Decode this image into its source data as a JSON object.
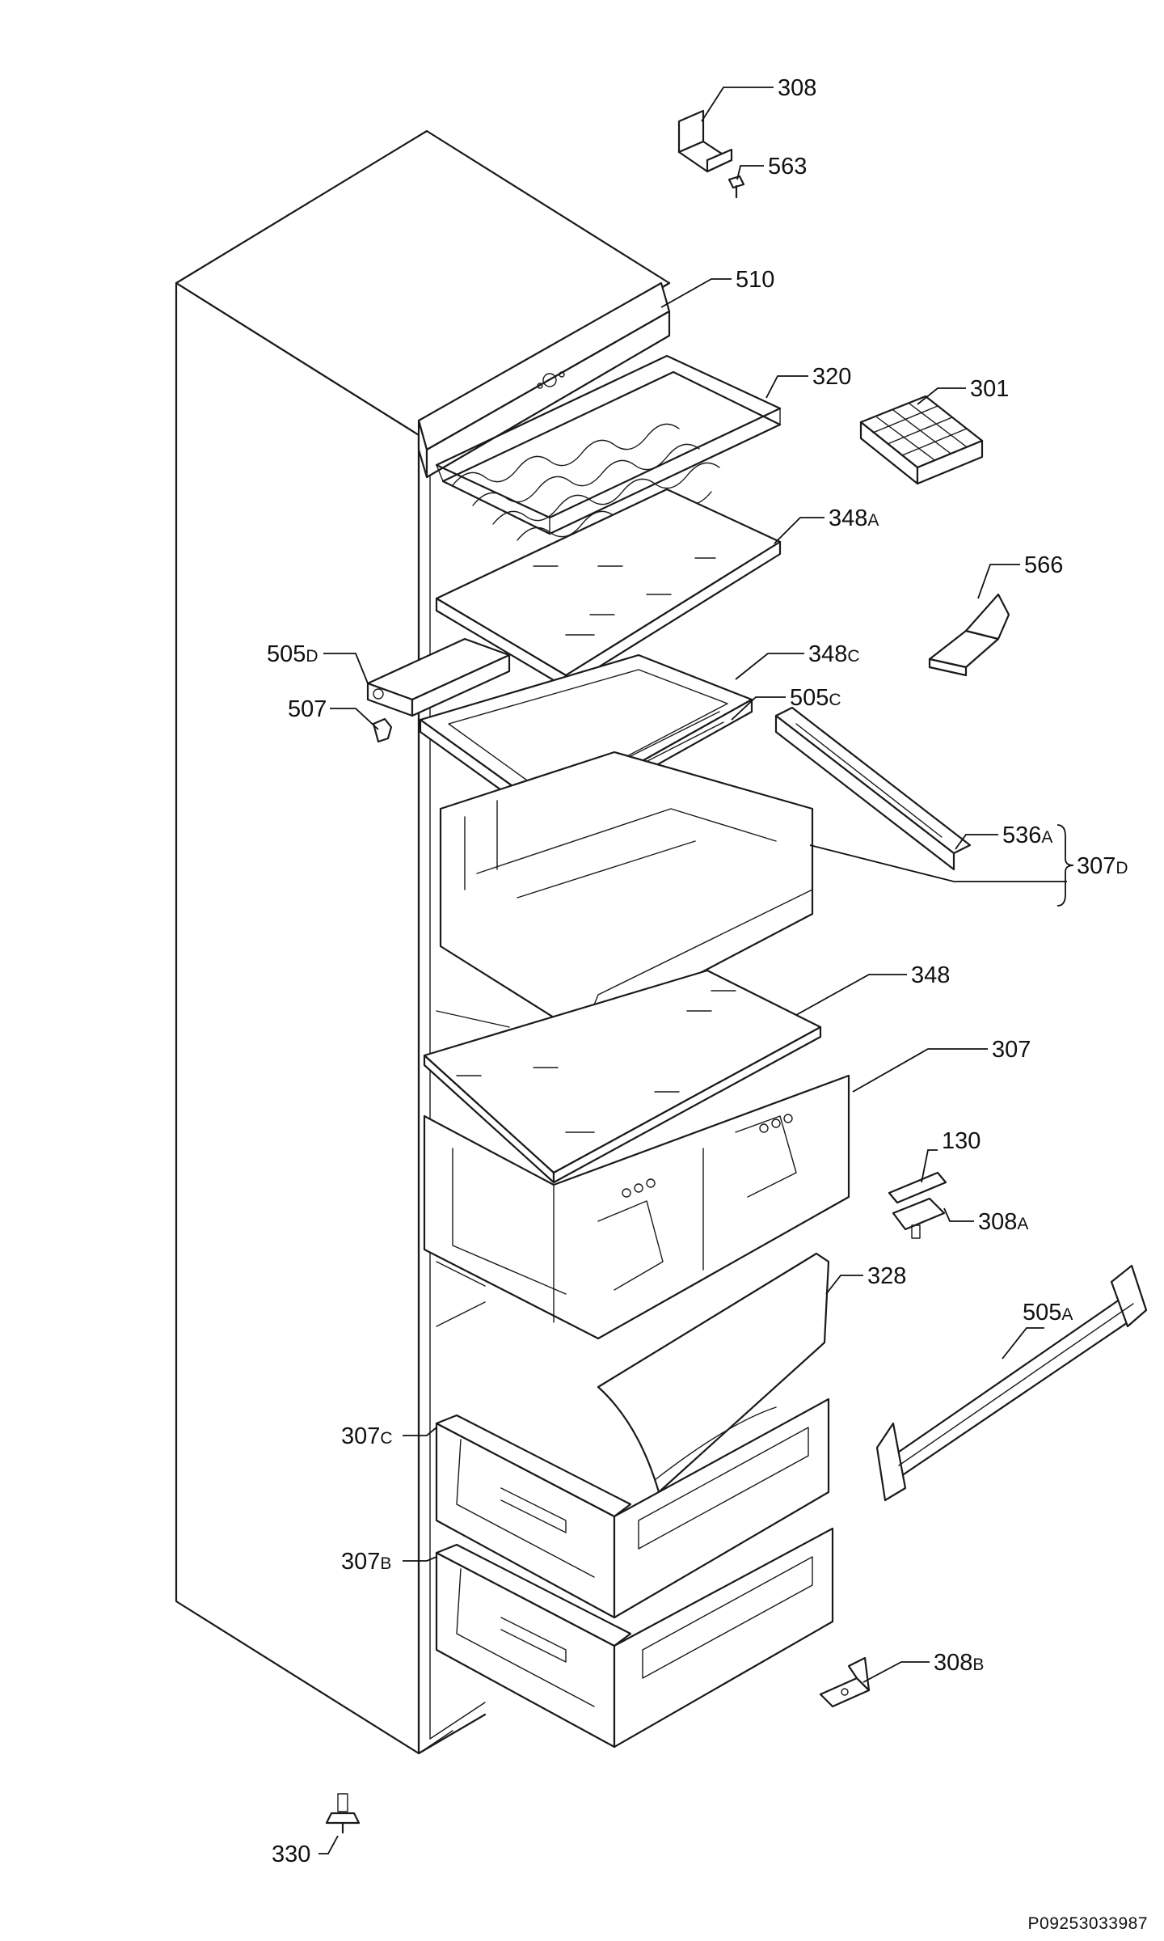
{
  "parts": [
    {
      "id": "p308",
      "number": "308",
      "suffix": ""
    },
    {
      "id": "p563",
      "number": "563",
      "suffix": ""
    },
    {
      "id": "p510",
      "number": "510",
      "suffix": ""
    },
    {
      "id": "p320",
      "number": "320",
      "suffix": ""
    },
    {
      "id": "p301",
      "number": "301",
      "suffix": ""
    },
    {
      "id": "p348A",
      "number": "348",
      "suffix": "A"
    },
    {
      "id": "p566",
      "number": "566",
      "suffix": ""
    },
    {
      "id": "p505D",
      "number": "505",
      "suffix": "D"
    },
    {
      "id": "p348C",
      "number": "348",
      "suffix": "C"
    },
    {
      "id": "p505C",
      "number": "505",
      "suffix": "C"
    },
    {
      "id": "p507",
      "number": "507",
      "suffix": ""
    },
    {
      "id": "p536A",
      "number": "536",
      "suffix": "A"
    },
    {
      "id": "p307D",
      "number": "307",
      "suffix": "D"
    },
    {
      "id": "p348",
      "number": "348",
      "suffix": ""
    },
    {
      "id": "p307",
      "number": "307",
      "suffix": ""
    },
    {
      "id": "p130",
      "number": "130",
      "suffix": ""
    },
    {
      "id": "p308A",
      "number": "308",
      "suffix": "A"
    },
    {
      "id": "p328",
      "number": "328",
      "suffix": ""
    },
    {
      "id": "p505A",
      "number": "505",
      "suffix": "A"
    },
    {
      "id": "p307C",
      "number": "307",
      "suffix": "C"
    },
    {
      "id": "p307B",
      "number": "307",
      "suffix": "B"
    },
    {
      "id": "p308B",
      "number": "308",
      "suffix": "B"
    },
    {
      "id": "p330",
      "number": "330",
      "suffix": ""
    }
  ],
  "reference_code": "P09253033987"
}
